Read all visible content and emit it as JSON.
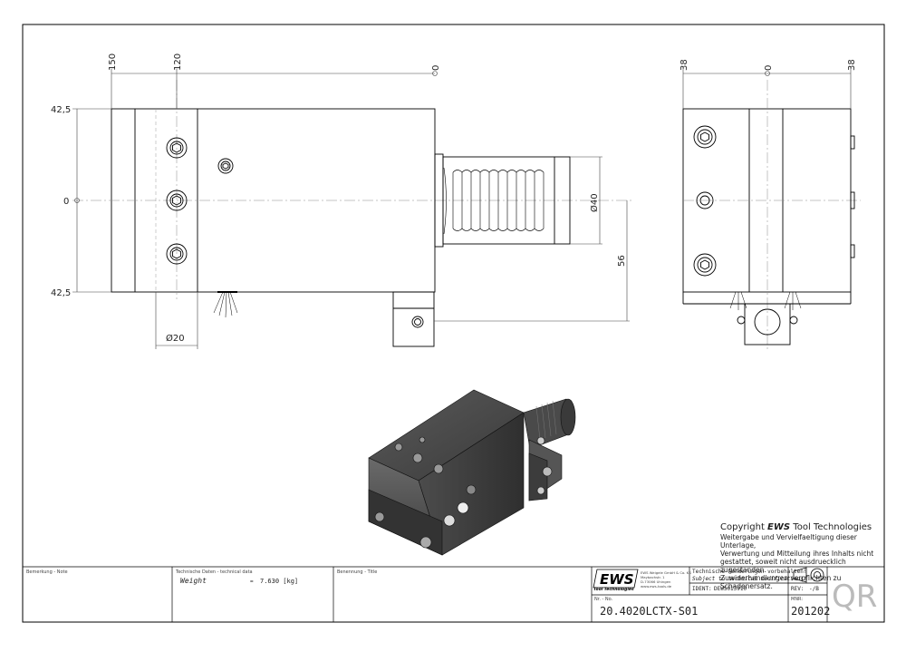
{
  "drawing_dims": {
    "h_150": "150",
    "h_120": "120",
    "h_0": "0",
    "v_42_5_top": "42,5",
    "v_0": "0",
    "v_42_5_bottom": "42,5",
    "d40": "Ø40",
    "d56": "56",
    "d20": "Ø20",
    "side_38_left": "38",
    "side_0": "0",
    "side_38_right": "38"
  },
  "copyright": {
    "title_prefix": "Copyright ",
    "company": "EWS",
    "title_suffix": " Tool Technologies",
    "lines": [
      "Weitergabe und Vervielfaeltigung dieser Unterlage,",
      "Verwertung und Mitteilung ihres Inhalts nicht",
      "gestattet, soweit nicht ausdruecklich zugestanden.",
      "Zuwiderhandlungen verpflichten zu Schadenersatz."
    ]
  },
  "title_block": {
    "note_label": "Bemerkung - Note",
    "tech_label": "Technische Daten - technical data",
    "weight_label": "Weight",
    "weight_eq": "=",
    "weight_value": "7.630 [kg]",
    "name_label": "Benennung - Title",
    "logo_text": "EWS",
    "logo_sub": "Tool Technologies",
    "company_lines": [
      "EWS Weigele GmbH & Co. KG",
      "Maybachstr. 1",
      "D-73066 Uhingen",
      "www.ews-tools.de"
    ],
    "change_de": "Technische Aenderungen vorbehalten!",
    "change_en": "Subject to technical modifications!",
    "ident_label": "IDENT:",
    "ident_value": "DEWS013910",
    "rev_label": "REV:",
    "rev_value": "-/B",
    "nr_label": "Nr. - No.",
    "part_number": "20.4020LCTX-S01",
    "mnr_label": "MNR:",
    "mnr_value": "201202",
    "qr_text": "QR"
  }
}
